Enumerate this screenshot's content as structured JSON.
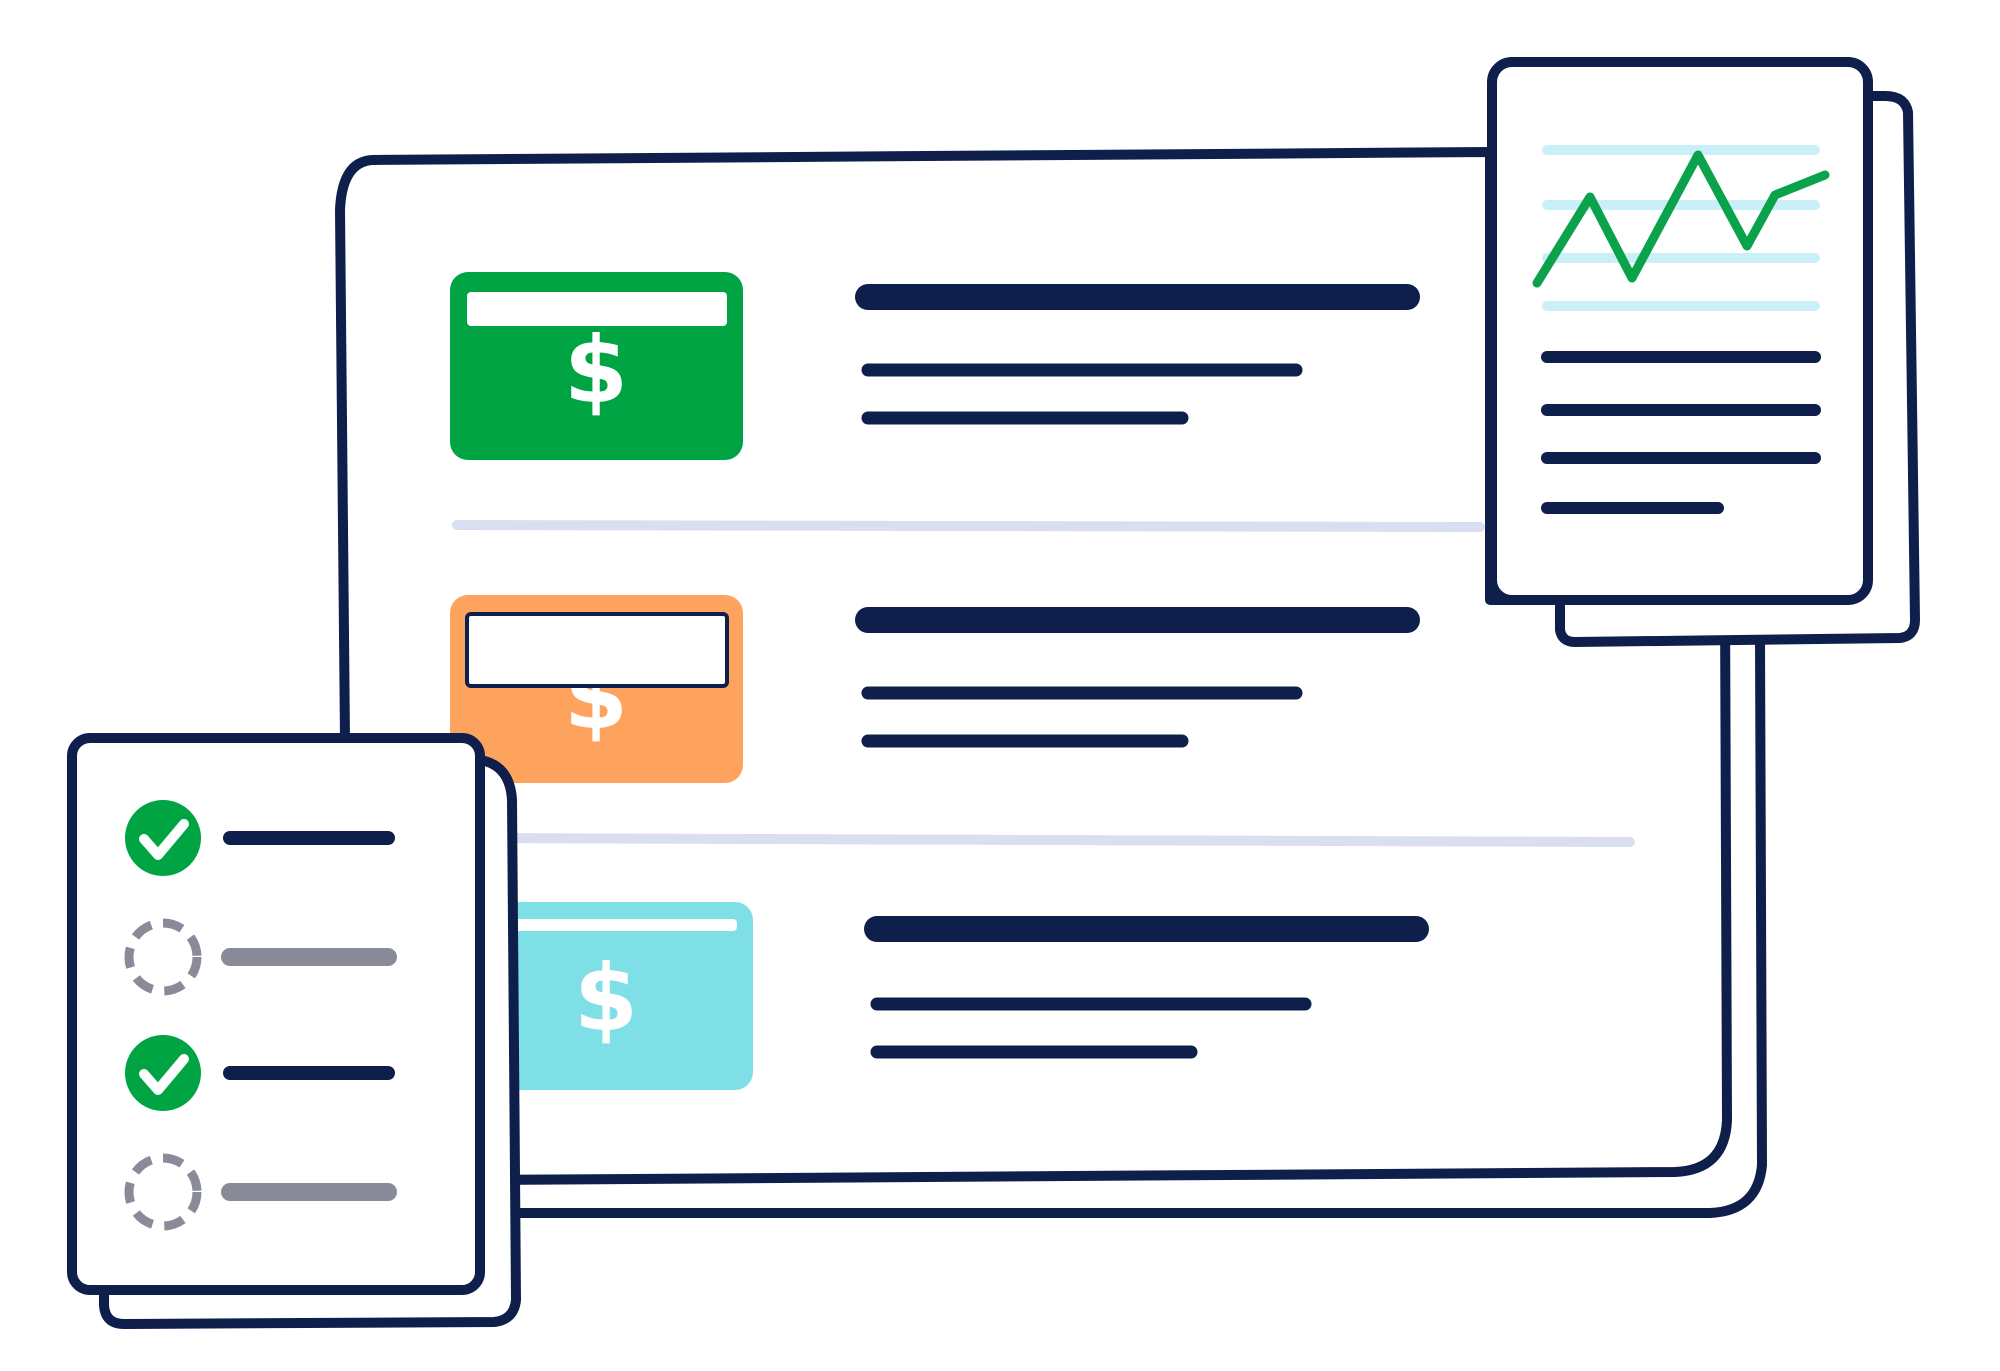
{
  "colors": {
    "outline": "#0f1f4b",
    "background": "#ffffff",
    "divider": "#d9def0",
    "card_green": "#00a443",
    "card_orange": "#fda35e",
    "card_teal": "#7fdfe6",
    "chart_line": "#0aa24a",
    "chart_grid": "#c9f0f8",
    "check_green": "#00a443",
    "pending_gray": "#8a8b98"
  },
  "icons": {
    "card_symbol": "$",
    "check": "check-circle-icon",
    "pending": "dashed-circle-icon",
    "chart": "line-chart-icon"
  },
  "payment_cards": [
    {
      "color": "card_green",
      "symbol": "$"
    },
    {
      "color": "card_orange",
      "symbol": "$"
    },
    {
      "color": "card_teal",
      "symbol": "$"
    }
  ],
  "checklist": [
    {
      "status": "done"
    },
    {
      "status": "pending"
    },
    {
      "status": "done"
    },
    {
      "status": "pending"
    }
  ]
}
